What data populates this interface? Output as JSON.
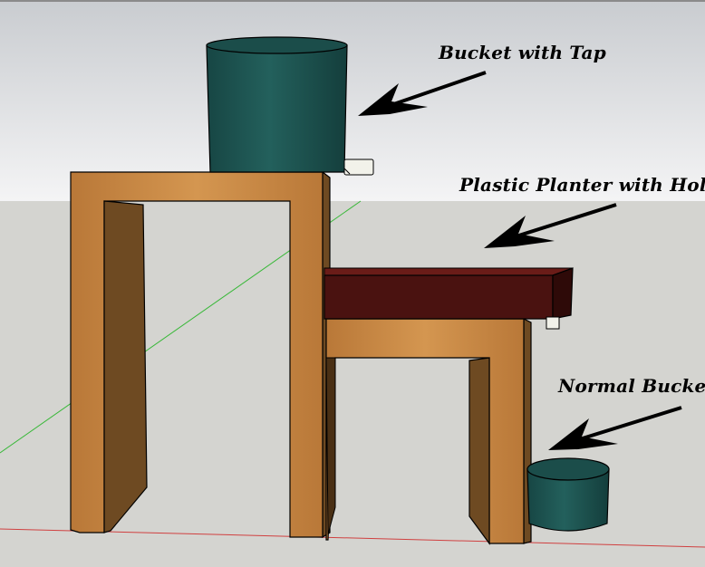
{
  "labels": {
    "bucket_with_tap": "Bucket with Tap",
    "plastic_planter": "Plastic Planter with Hole",
    "normal_bucket": "Normal Bucket"
  },
  "colors": {
    "sky_top": "#c9ccd0",
    "sky_bottom": "#f4f4f5",
    "ground": "#d4d4d0",
    "wood_front": "#c98a45",
    "wood_side": "#6e4a22",
    "wood_dark": "#4a3015",
    "bucket_teal": "#1e5250",
    "bucket_teal_dark": "#123a38",
    "planter_brown": "#4a1210",
    "tap_white": "#f2f2ea",
    "green_axis": "#38b838",
    "red_axis": "#d04040"
  }
}
